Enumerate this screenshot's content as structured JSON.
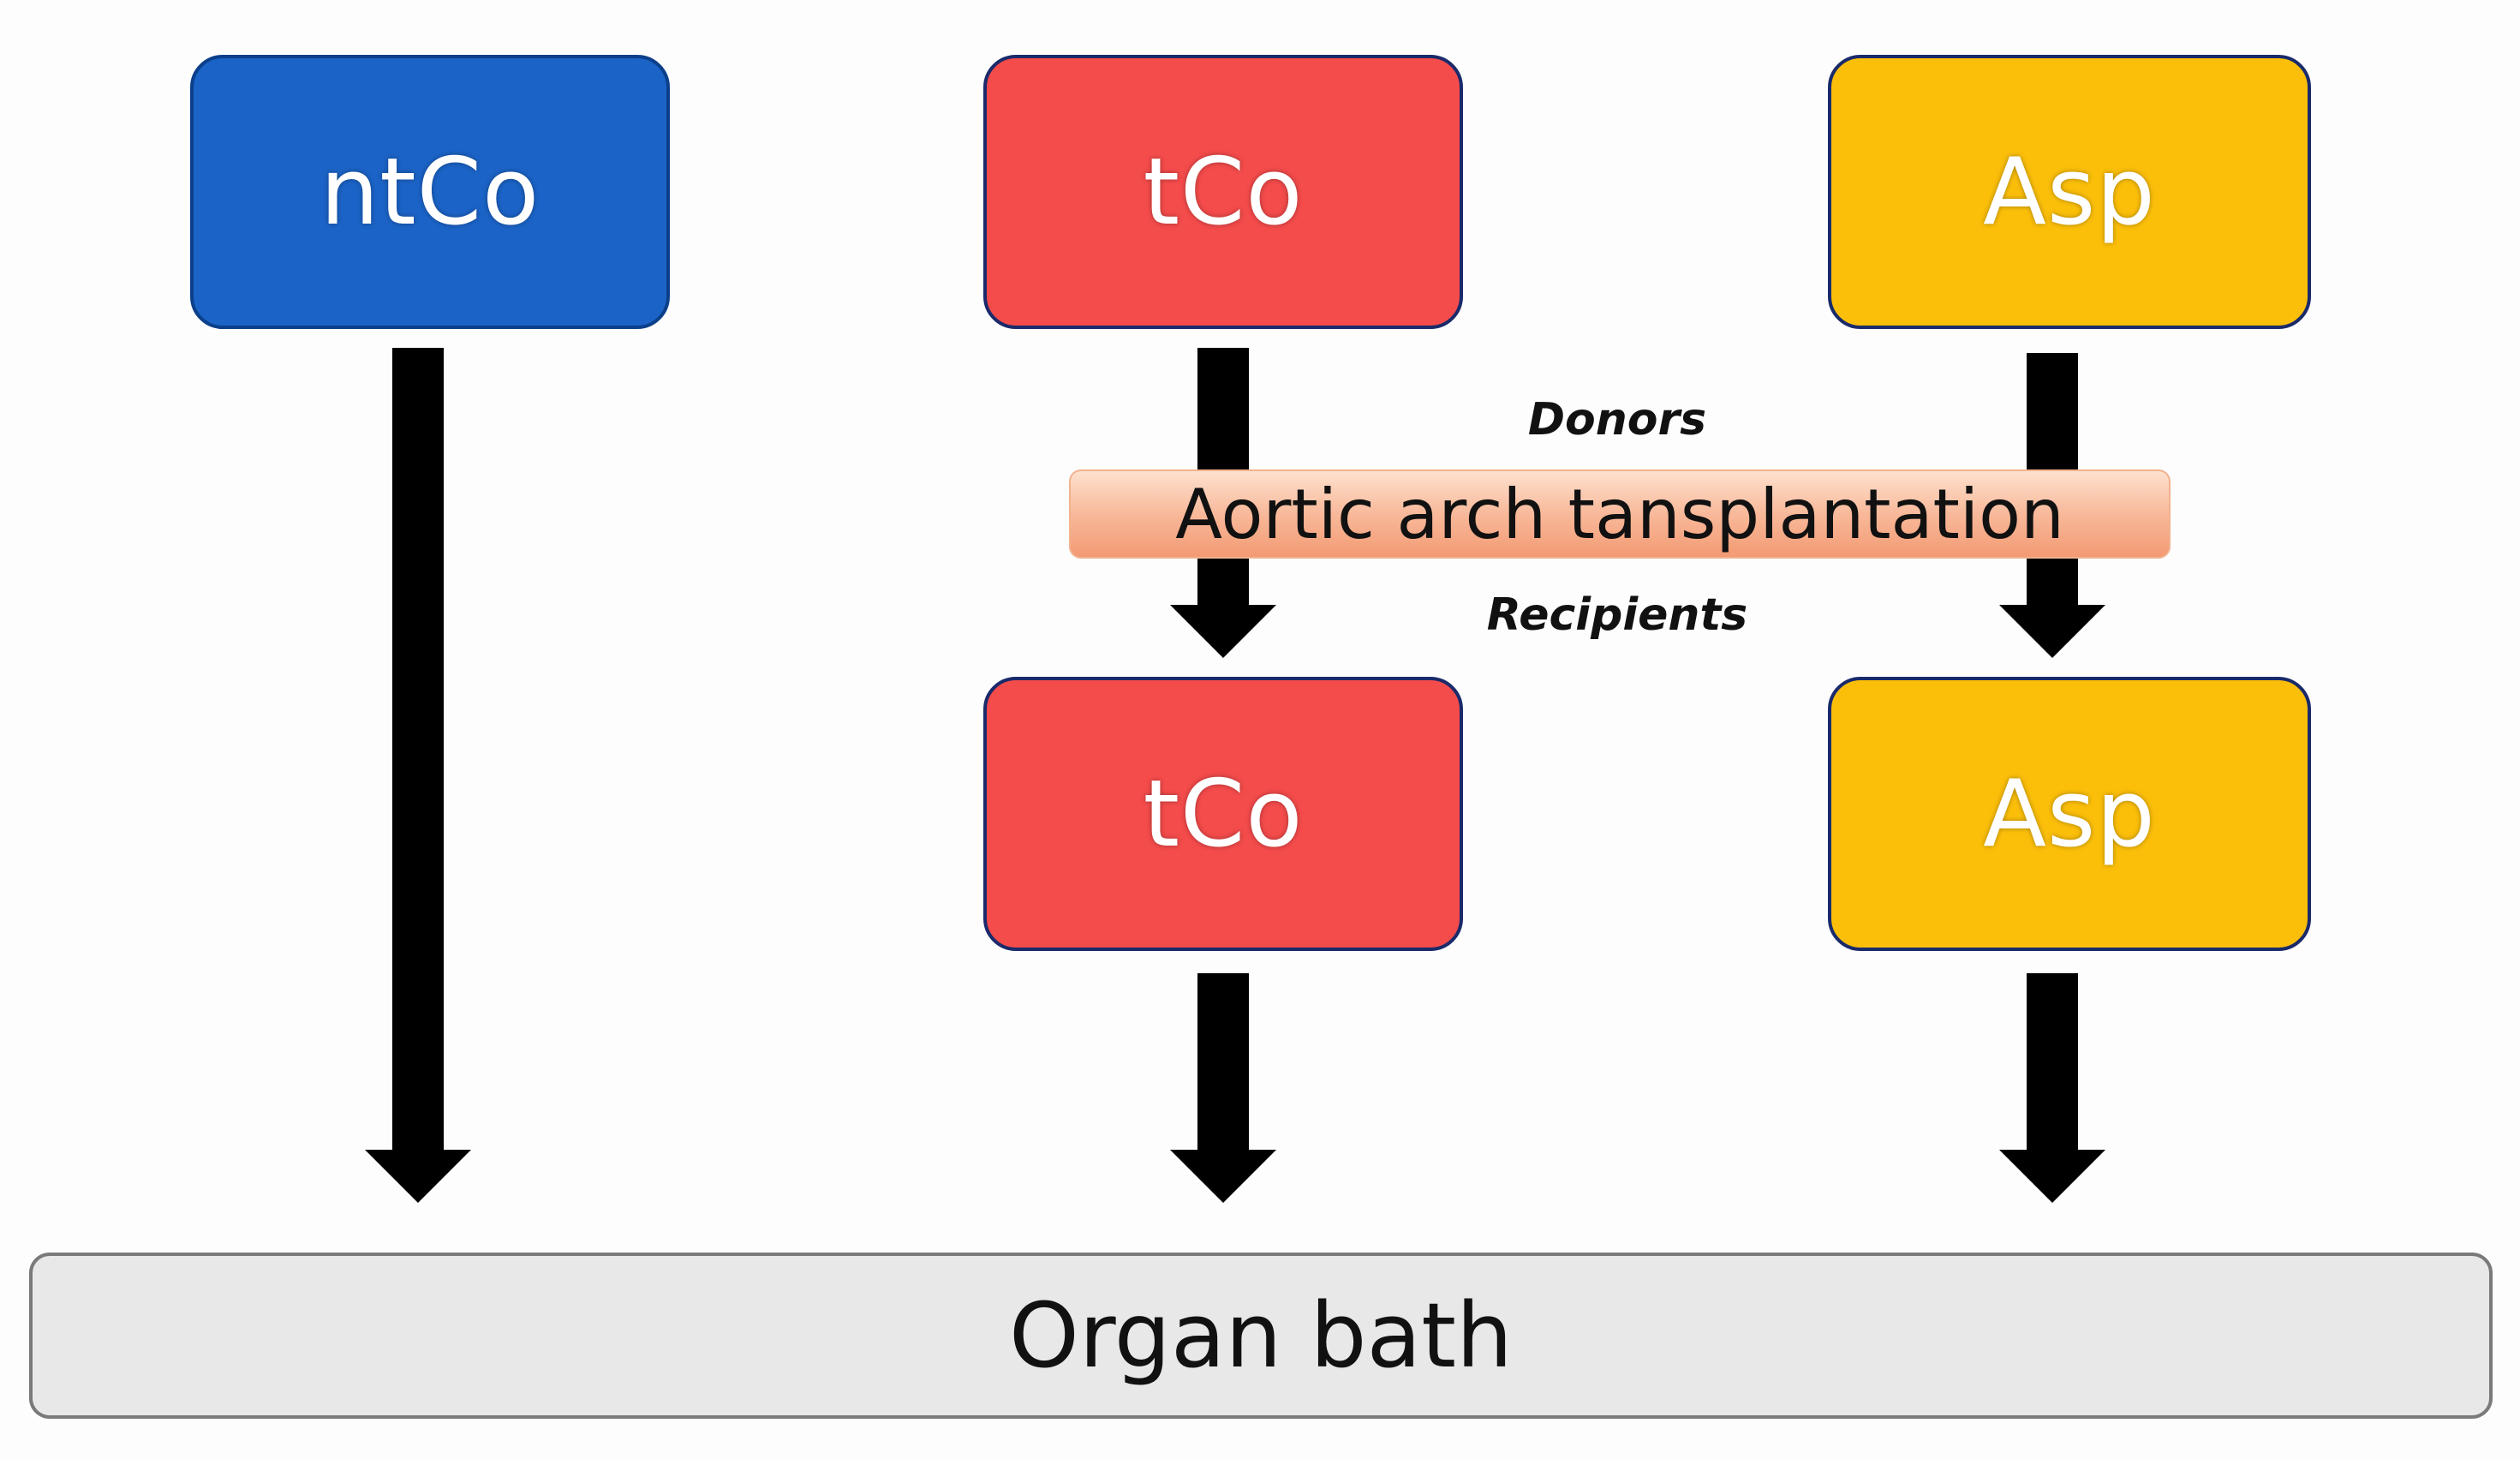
{
  "diagram": {
    "groups": {
      "control": {
        "label": "ntCo",
        "color": "#1b63c6"
      },
      "transplant_control_donor": {
        "label": "tCo",
        "color": "#f44b4b"
      },
      "aspirin_donor": {
        "label": "Asp",
        "color": "#fbbf0a"
      },
      "transplant_control_recipient": {
        "label": "tCo",
        "color": "#f44b4b"
      },
      "aspirin_recipient": {
        "label": "Asp",
        "color": "#fbbf0a"
      }
    },
    "procedure": {
      "label": "Aortic arch tansplantation",
      "donors_label": "Donors",
      "recipients_label": "Recipients"
    },
    "endpoint": {
      "label": "Organ bath"
    },
    "edges": [
      {
        "from": "ntCo",
        "to": "Organ bath"
      },
      {
        "from": "tCo (donor)",
        "to": "tCo (recipient)"
      },
      {
        "from": "Asp (donor)",
        "to": "Asp (recipient)"
      },
      {
        "from": "tCo (recipient)",
        "to": "Organ bath"
      },
      {
        "from": "Asp (recipient)",
        "to": "Organ bath"
      }
    ]
  }
}
